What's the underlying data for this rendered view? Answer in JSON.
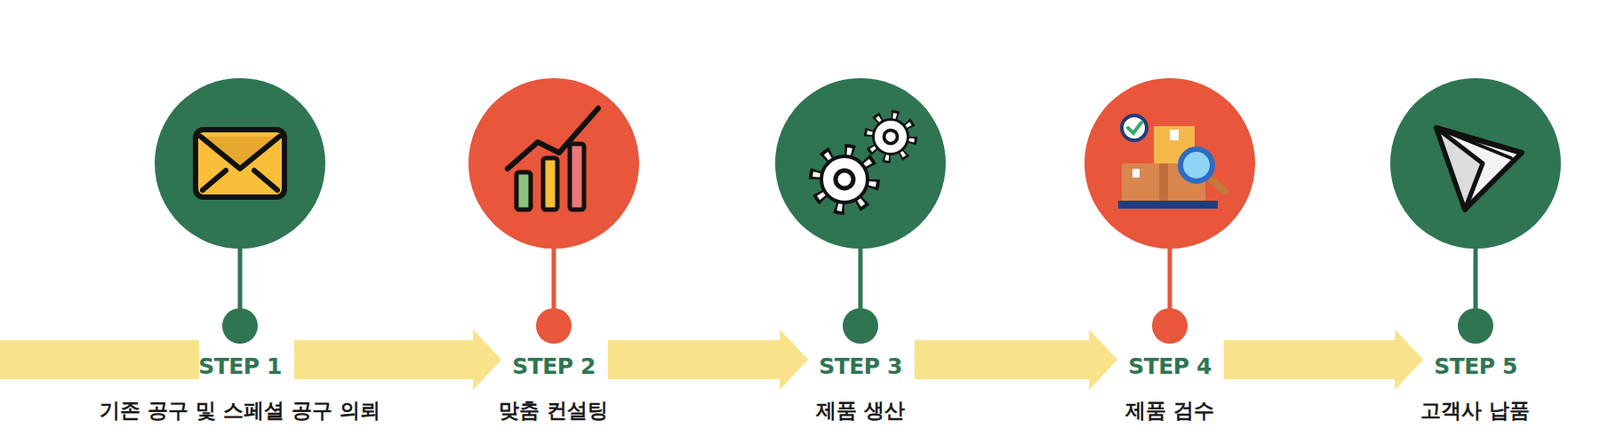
{
  "diagram": {
    "nodes": [
      {
        "text": [
          "STEP 1",
          "기존 공구 및 스페셜 공구 의뢰"
        ]
      },
      {
        "text": [
          "STEP 2",
          "맞춤 컨설팅"
        ]
      },
      {
        "text": [
          "STEP 3",
          "제품 생산"
        ]
      },
      {
        "text": [
          "STEP 4",
          "제품 검수"
        ]
      },
      {
        "text": [
          "STEP 5",
          "고객사 납품"
        ]
      }
    ],
    "edges": [
      {
        "from": 0,
        "to": 1,
        "arrow": "to"
      },
      {
        "from": 1,
        "to": 2,
        "arrow": "to"
      },
      {
        "from": 2,
        "to": 3,
        "arrow": "to"
      },
      {
        "from": 3,
        "to": 4,
        "arrow": "to"
      }
    ]
  }
}
